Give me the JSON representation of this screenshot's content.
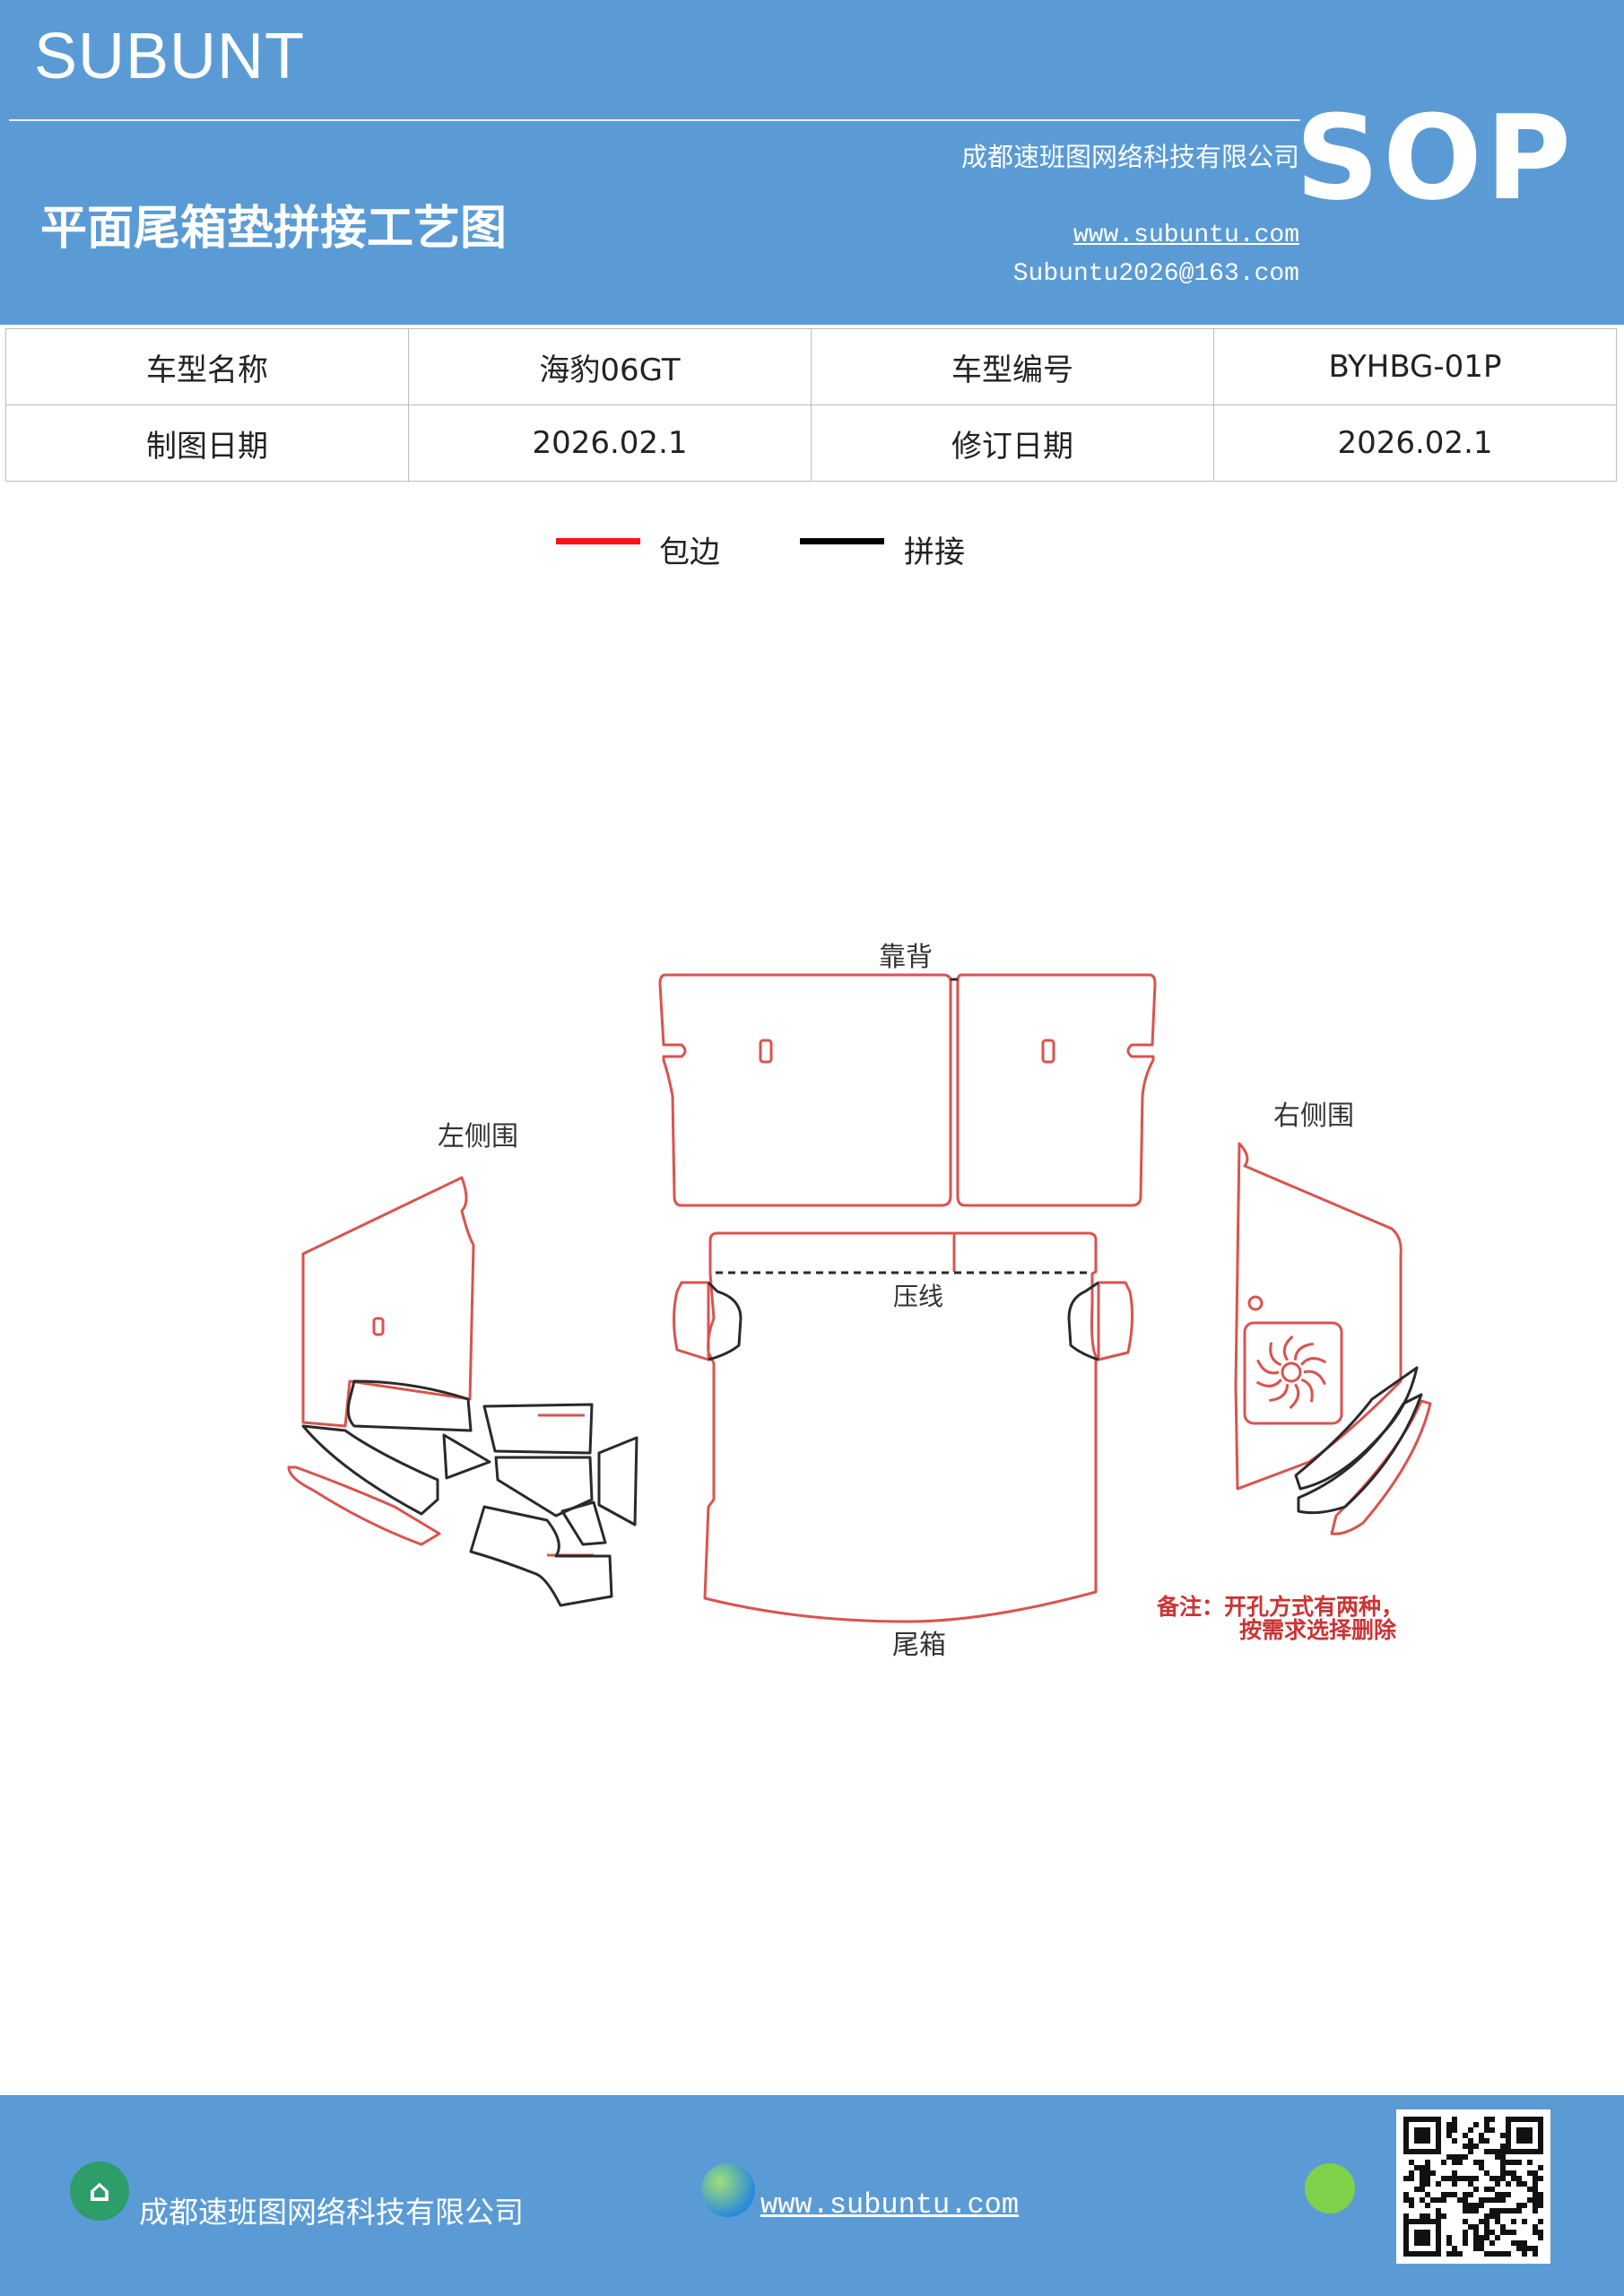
{
  "header": {
    "brand": "SUBUNT",
    "badge": "SOP",
    "company": "成都速班图网络科技有限公司",
    "title": "平面尾箱垫拼接工艺图",
    "website": "www.subuntu.com",
    "email": "Subuntu2026@163.com"
  },
  "info_table": {
    "rows": [
      [
        "车型名称",
        "海豹06GT",
        "车型编号",
        "BYHBG-01P"
      ],
      [
        "制图日期",
        "2026.02.1",
        "修订日期",
        "2026.02.1"
      ]
    ]
  },
  "legend": [
    {
      "label": "包边",
      "color": "#ff1111"
    },
    {
      "label": "拼接",
      "color": "#000000"
    }
  ],
  "diagram": {
    "labels": {
      "backrest": "靠背",
      "left_side": "左侧围",
      "right_side": "右侧围",
      "press_line": "压线",
      "trunk": "尾箱"
    },
    "note_line1": "备注：开孔方式有两种，",
    "note_line2": "按需求选择删除",
    "outline_color": "#d9534f",
    "seam_color": "#2a2a2a",
    "note_color": "#cc3333"
  },
  "footer": {
    "company": "成都速班图网络科技有限公司",
    "website": "www.subuntu.com"
  }
}
